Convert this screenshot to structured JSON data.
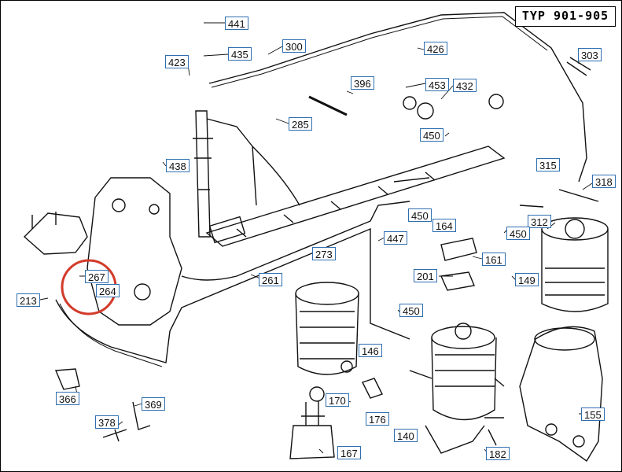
{
  "title": "TYP 901-905",
  "callouts": [
    "441",
    "435",
    "300",
    "426",
    "303",
    "423",
    "396",
    "453",
    "432",
    "285",
    "450",
    "438",
    "315",
    "318",
    "450",
    "164",
    "312",
    "450",
    "447",
    "273",
    "161",
    "261",
    "267",
    "201",
    "149",
    "213",
    "264",
    "450",
    "146",
    "170",
    "366",
    "369",
    "176",
    "378",
    "140",
    "155",
    "167",
    "182"
  ],
  "highlight": {
    "label": "267",
    "color": "#d23a2a"
  },
  "colors": {
    "callout_border": "#2f6fb0",
    "line": "#111111"
  }
}
